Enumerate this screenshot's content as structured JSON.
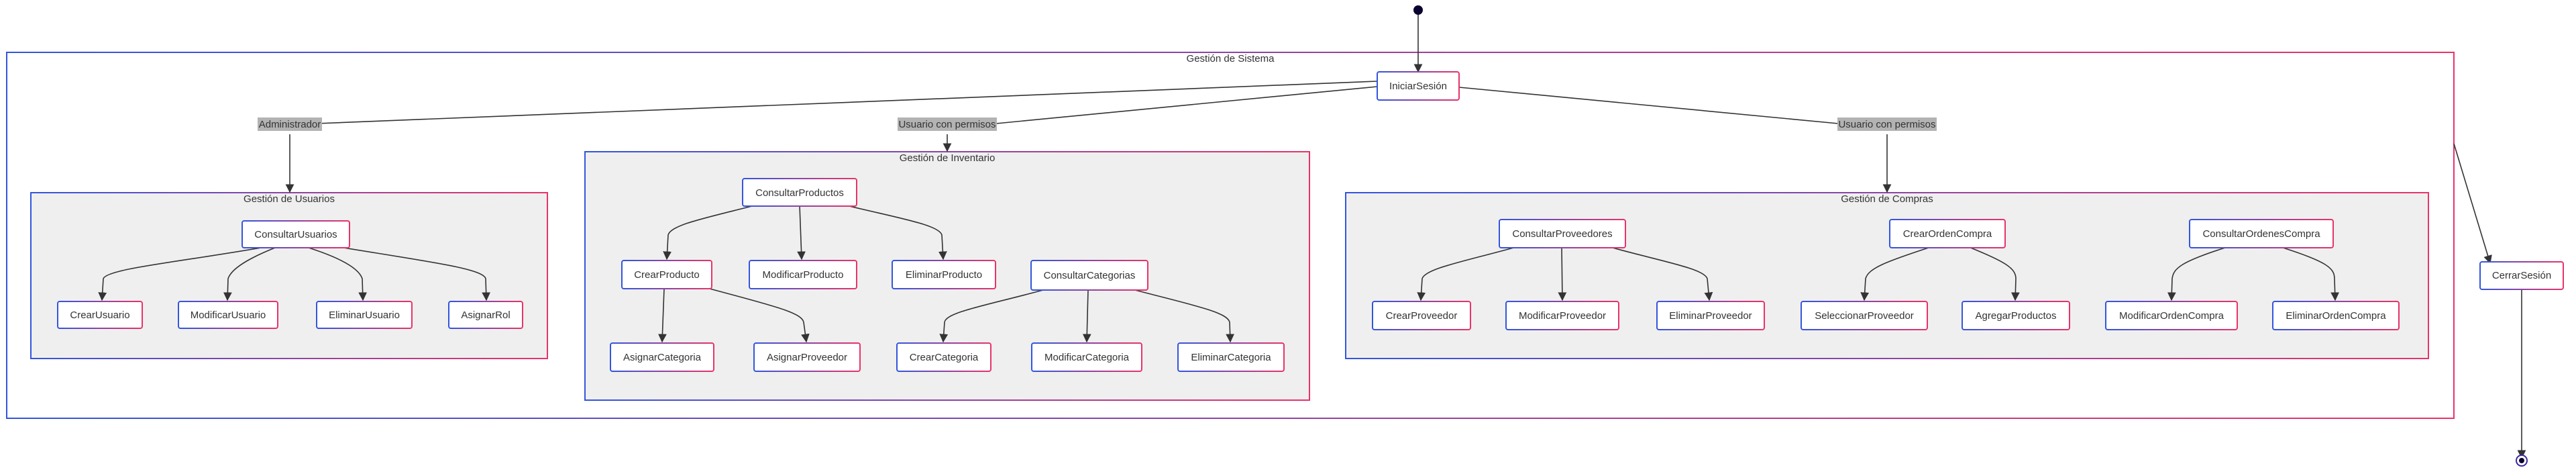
{
  "diagram": {
    "groups": [
      {
        "id": "sistema",
        "title": "Gestión de Sistema"
      },
      {
        "id": "usuarios",
        "title": "Gestión de Usuarios"
      },
      {
        "id": "inventario",
        "title": "Gestión de Inventario"
      },
      {
        "id": "compras",
        "title": "Gestión de Compras"
      }
    ],
    "states": [
      {
        "id": "iniciar",
        "label": "IniciarSesión"
      },
      {
        "id": "cerrar",
        "label": "CerrarSesión"
      },
      {
        "id": "consultar_usuarios",
        "label": "ConsultarUsuarios"
      },
      {
        "id": "crear_usuario",
        "label": "CrearUsuario"
      },
      {
        "id": "modificar_usuario",
        "label": "ModificarUsuario"
      },
      {
        "id": "eliminar_usuario",
        "label": "EliminarUsuario"
      },
      {
        "id": "asignar_rol",
        "label": "AsignarRol"
      },
      {
        "id": "consultar_productos",
        "label": "ConsultarProductos"
      },
      {
        "id": "crear_producto",
        "label": "CrearProducto"
      },
      {
        "id": "modificar_producto",
        "label": "ModificarProducto"
      },
      {
        "id": "eliminar_producto",
        "label": "EliminarProducto"
      },
      {
        "id": "consultar_categorias",
        "label": "ConsultarCategorias"
      },
      {
        "id": "asignar_categoria",
        "label": "AsignarCategoria"
      },
      {
        "id": "asignar_proveedor",
        "label": "AsignarProveedor"
      },
      {
        "id": "crear_categoria",
        "label": "CrearCategoria"
      },
      {
        "id": "modificar_categoria",
        "label": "ModificarCategoria"
      },
      {
        "id": "eliminar_categoria",
        "label": "EliminarCategoria"
      },
      {
        "id": "consultar_proveedores",
        "label": "ConsultarProveedores"
      },
      {
        "id": "crear_orden_compra",
        "label": "CrearOrdenCompra"
      },
      {
        "id": "consultar_ordenes_compra",
        "label": "ConsultarOrdenesCompra"
      },
      {
        "id": "crear_proveedor",
        "label": "CrearProveedor"
      },
      {
        "id": "modificar_proveedor",
        "label": "ModificarProveedor"
      },
      {
        "id": "eliminar_proveedor",
        "label": "EliminarProveedor"
      },
      {
        "id": "seleccionar_proveedor",
        "label": "SeleccionarProveedor"
      },
      {
        "id": "agregar_productos",
        "label": "AgregarProductos"
      },
      {
        "id": "modificar_orden_compra",
        "label": "ModificarOrdenCompra"
      },
      {
        "id": "eliminar_orden_compra",
        "label": "EliminarOrdenCompra"
      }
    ],
    "edge_labels": [
      {
        "id": "administrador",
        "text": "Administrador"
      },
      {
        "id": "usuario_permisos_inv",
        "text": "Usuario con permisos"
      },
      {
        "id": "usuario_permisos_comp",
        "text": "Usuario con permisos"
      }
    ],
    "transitions": [
      {
        "from": "start",
        "to": "iniciar"
      },
      {
        "from": "iniciar",
        "to": "usuarios",
        "label": "administrador"
      },
      {
        "from": "iniciar",
        "to": "inventario",
        "label": "usuario_permisos_inv"
      },
      {
        "from": "iniciar",
        "to": "compras",
        "label": "usuario_permisos_comp"
      },
      {
        "from": "sistema",
        "to": "cerrar"
      },
      {
        "from": "cerrar",
        "to": "end"
      },
      {
        "from": "consultar_usuarios",
        "to": "crear_usuario"
      },
      {
        "from": "consultar_usuarios",
        "to": "modificar_usuario"
      },
      {
        "from": "consultar_usuarios",
        "to": "eliminar_usuario"
      },
      {
        "from": "consultar_usuarios",
        "to": "asignar_rol"
      },
      {
        "from": "consultar_productos",
        "to": "crear_producto"
      },
      {
        "from": "consultar_productos",
        "to": "modificar_producto"
      },
      {
        "from": "consultar_productos",
        "to": "eliminar_producto"
      },
      {
        "from": "crear_producto",
        "to": "asignar_categoria"
      },
      {
        "from": "crear_producto",
        "to": "asignar_proveedor"
      },
      {
        "from": "consultar_categorias",
        "to": "crear_categoria"
      },
      {
        "from": "consultar_categorias",
        "to": "modificar_categoria"
      },
      {
        "from": "consultar_categorias",
        "to": "eliminar_categoria"
      },
      {
        "from": "consultar_proveedores",
        "to": "crear_proveedor"
      },
      {
        "from": "consultar_proveedores",
        "to": "modificar_proveedor"
      },
      {
        "from": "consultar_proveedores",
        "to": "eliminar_proveedor"
      },
      {
        "from": "crear_orden_compra",
        "to": "seleccionar_proveedor"
      },
      {
        "from": "crear_orden_compra",
        "to": "agregar_productos"
      },
      {
        "from": "consultar_ordenes_compra",
        "to": "modificar_orden_compra"
      },
      {
        "from": "consultar_ordenes_compra",
        "to": "eliminar_orden_compra"
      }
    ],
    "colors": {
      "border_start": "#3355dd",
      "border_end": "#e8336a",
      "group_fill": "#efefef",
      "edge_label_bg": "#b3b3b3",
      "line": "#333333",
      "start_fill": "#0b0030",
      "end_ring": "#3a2aa0"
    }
  }
}
